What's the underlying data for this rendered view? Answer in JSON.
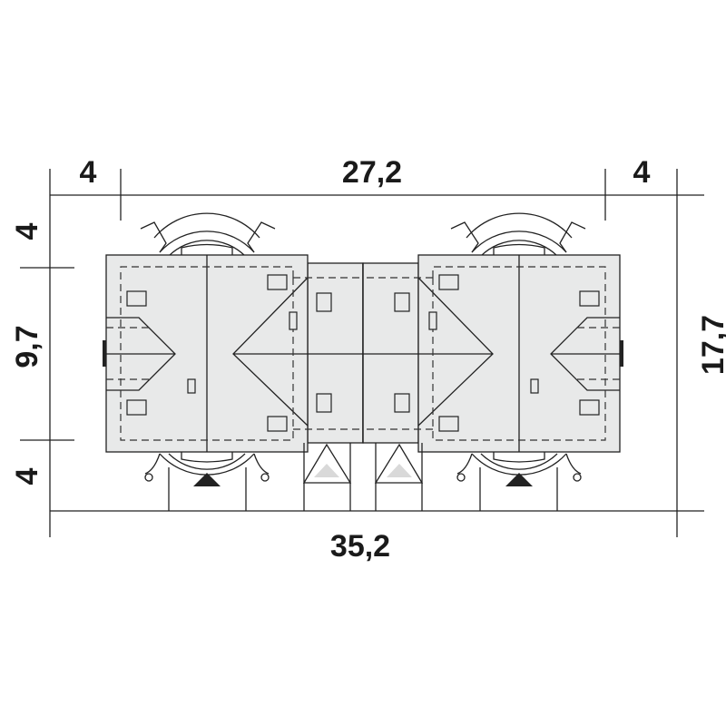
{
  "dimensions": {
    "top_left_setback": "4",
    "building_width": "27,2",
    "top_right_setback": "4",
    "left_top_setback": "4",
    "building_depth": "9,7",
    "left_bottom_setback": "4",
    "total_depth": "17,7",
    "total_width": "35,2"
  },
  "colors": {
    "roof": "#e8e9e9",
    "line": "#222222",
    "parking_marker": "#d9d9d9"
  }
}
